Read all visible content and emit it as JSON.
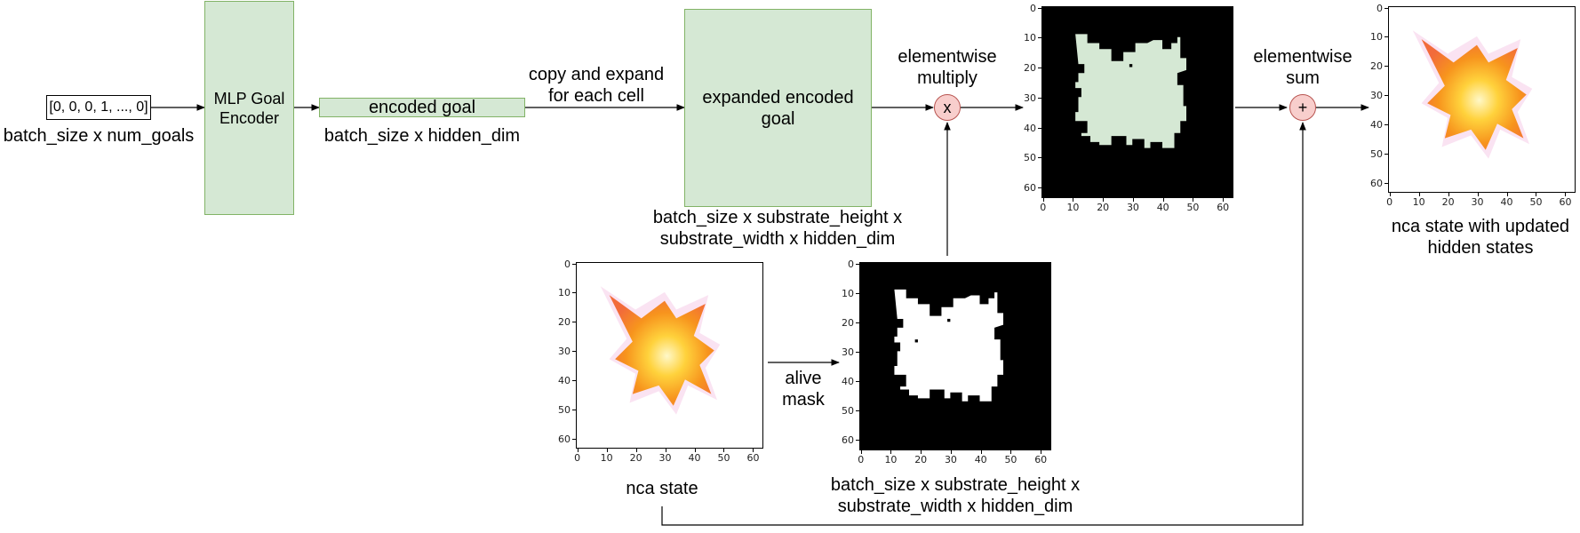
{
  "inputs": {
    "goal_vector": "[0, 0, 0, 1, ..., 0]",
    "goal_vector_shape": "batch_size x num_goals"
  },
  "mlp": {
    "label": "MLP Goal Encoder"
  },
  "encoded_goal": {
    "label": "encoded goal",
    "shape": "batch_size x hidden_dim"
  },
  "expand": {
    "label": "copy and expand for each cell"
  },
  "expanded_goal": {
    "label": "expanded encoded goal",
    "shape": "batch_size x substrate_height x substrate_width x hidden_dim"
  },
  "multiply": {
    "symbol": "x",
    "label": "elementwise multiply"
  },
  "sum": {
    "symbol": "+",
    "label": "elementwise sum"
  },
  "nca_state": {
    "label": "nca state"
  },
  "alive_mask": {
    "label": "alive mask",
    "shape": "batch_size x substrate_height x substrate_width x hidden_dim"
  },
  "output": {
    "label": "nca state with updated hidden states"
  },
  "plot_ticks": [
    "0",
    "10",
    "20",
    "30",
    "40",
    "50",
    "60"
  ],
  "colors": {
    "green_fill": "#d5e8d4",
    "green_border": "#82b366",
    "op_fill": "#f8cecc",
    "op_border": "#b85450"
  }
}
